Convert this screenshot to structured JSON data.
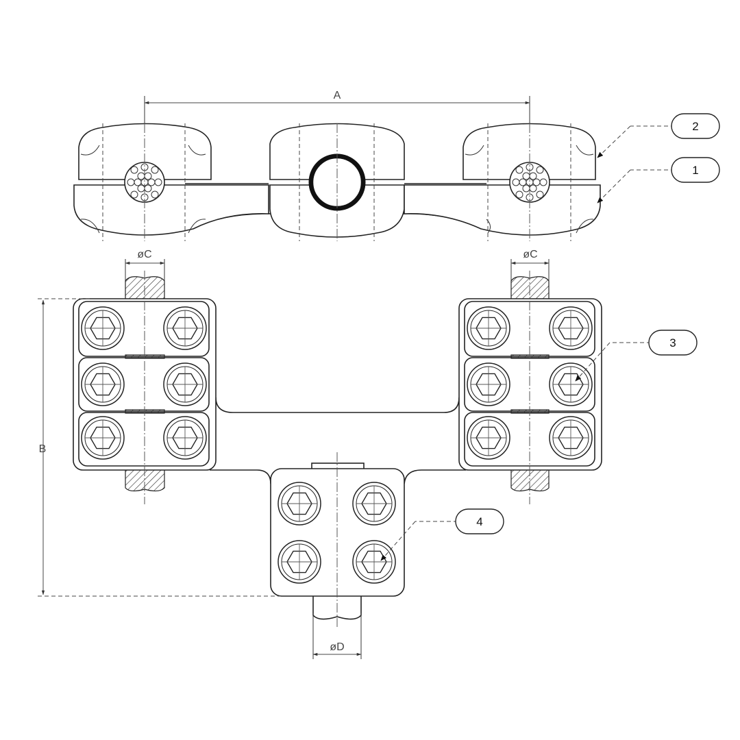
{
  "dimensions": {
    "a": "A",
    "b": "B",
    "c_left": "øC",
    "c_right": "øC",
    "d": "øD"
  },
  "callouts": {
    "one": "1",
    "two": "2",
    "three": "3",
    "four": "4"
  }
}
